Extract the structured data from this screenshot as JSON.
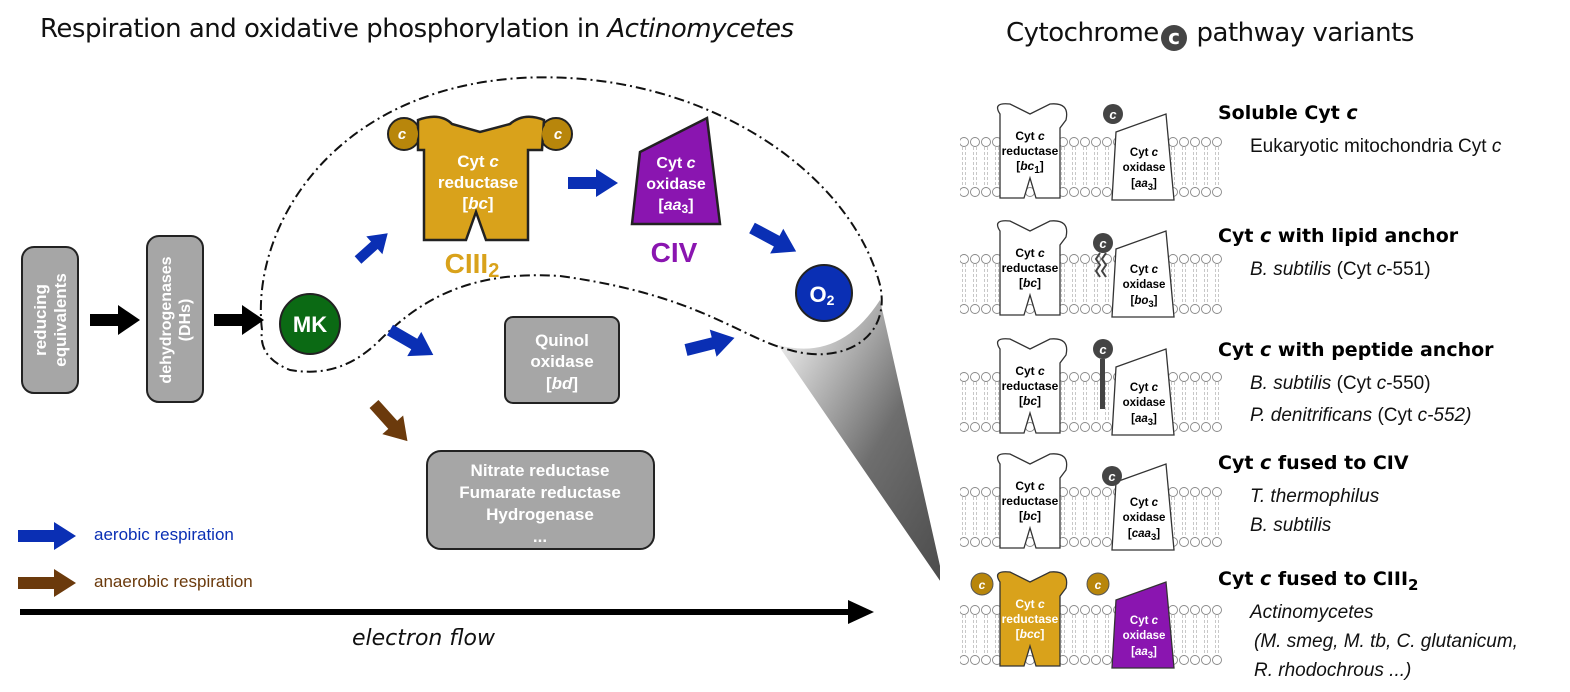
{
  "left_panel": {
    "title_prefix": "Respiration and oxidative phosphorylation in ",
    "title_italic": "Actinomycetes",
    "reducing_equivalents": [
      "reducing",
      "equivalents"
    ],
    "dehydrogenases": [
      "dehydrogenases",
      "(DHs)"
    ],
    "mk_label": "MK",
    "cyt_reductase": {
      "line1": "Cyt ",
      "line1_italic": "c",
      "line2": "reductase",
      "line3_open": "[",
      "line3_italic": "bc",
      "line3_close": "]",
      "c_badge": "c",
      "complex_label": "CIII",
      "complex_sub": "2"
    },
    "cyt_oxidase": {
      "line1": "Cyt ",
      "line1_italic": "c",
      "line2": "oxidase",
      "line3_open": "[",
      "line3_italic": "aa",
      "line3_sub": "3",
      "line3_close": "]",
      "complex_label": "CIV"
    },
    "o2": {
      "label": "O",
      "sub": "2"
    },
    "quinol_oxidase": {
      "line1": "Quinol",
      "line2": "oxidase",
      "line3_open": "[",
      "line3_italic": "bd",
      "line3_close": "]"
    },
    "anaerobic_box": [
      "Nitrate reductase",
      "Fumarate reductase",
      "Hydrogenase",
      "..."
    ],
    "legend": [
      {
        "label": "aerobic respiration",
        "color": "#0a2fb4"
      },
      {
        "label": "anaerobic respiration",
        "color": "#6b3a0c"
      }
    ],
    "axis_label": "electron flow"
  },
  "right_panel": {
    "title_prefix": "Cytochrome",
    "title_badge": "c",
    "title_suffix": " pathway variants",
    "variants": [
      {
        "title": "Soluble Cyt ",
        "title_italic": "c",
        "title_after": "",
        "lines": [
          {
            "text": "Eukaryotic mitochondria Cyt ",
            "italic_tail": "c"
          }
        ],
        "reductase_label": "bc",
        "reductase_sub": "1",
        "oxidase_label": "aa",
        "oxidase_sub": "3"
      },
      {
        "title": "Cyt ",
        "title_italic": "c",
        "title_after": " with lipid anchor",
        "lines": [
          {
            "italic_head": "B. subtilis",
            "text": " (Cyt ",
            "italic_mid": "c",
            "text_tail": "-551)"
          }
        ],
        "reductase_label": "bc",
        "reductase_sub": "",
        "oxidase_label": "bo",
        "oxidase_sub": "3"
      },
      {
        "title": "Cyt ",
        "title_italic": "c",
        "title_after": " with peptide anchor",
        "lines": [
          {
            "italic_head": "B. subtilis",
            "text": " (Cyt ",
            "italic_mid": "c",
            "text_tail": "-550)"
          },
          {
            "italic_head": "P. denitrificans",
            "text": " (Cyt ",
            "italic_mid": "c-552)",
            "text_tail": ""
          }
        ],
        "reductase_label": "bc",
        "reductase_sub": "",
        "oxidase_label": "aa",
        "oxidase_sub": "3"
      },
      {
        "title": "Cyt ",
        "title_italic": "c",
        "title_after": " fused to CIV",
        "lines": [
          {
            "italic_head": "T. thermophilus"
          },
          {
            "italic_head": "B. subtilis"
          }
        ],
        "reductase_label": "bc",
        "reductase_sub": "",
        "oxidase_label": "caa",
        "oxidase_sub": "3"
      },
      {
        "title": "Cyt ",
        "title_italic": "c",
        "title_after": " fused to CIII",
        "title_sub": "2",
        "lines": [
          {
            "italic_head": "Actinomycetes"
          },
          {
            "italic_head": " (M. smeg, M. tb, C. glutanicum,"
          },
          {
            "italic_head": "R. rhodochrous ...)"
          }
        ],
        "reductase_label": "bcc",
        "reductase_sub": "",
        "oxidase_label": "aa",
        "oxidase_sub": "3"
      }
    ],
    "protein_text": {
      "cyt": "Cyt ",
      "c": "c",
      "reductase": "reductase",
      "oxidase": "oxidase"
    }
  },
  "colors": {
    "gold": "#d9a21b",
    "gold_dark": "#b8860b",
    "purple": "#8a15b0",
    "green": "#0b6a14",
    "blue": "#0a2fb4",
    "brown": "#6b3a0c",
    "grey_box": "#a6a6a6"
  }
}
